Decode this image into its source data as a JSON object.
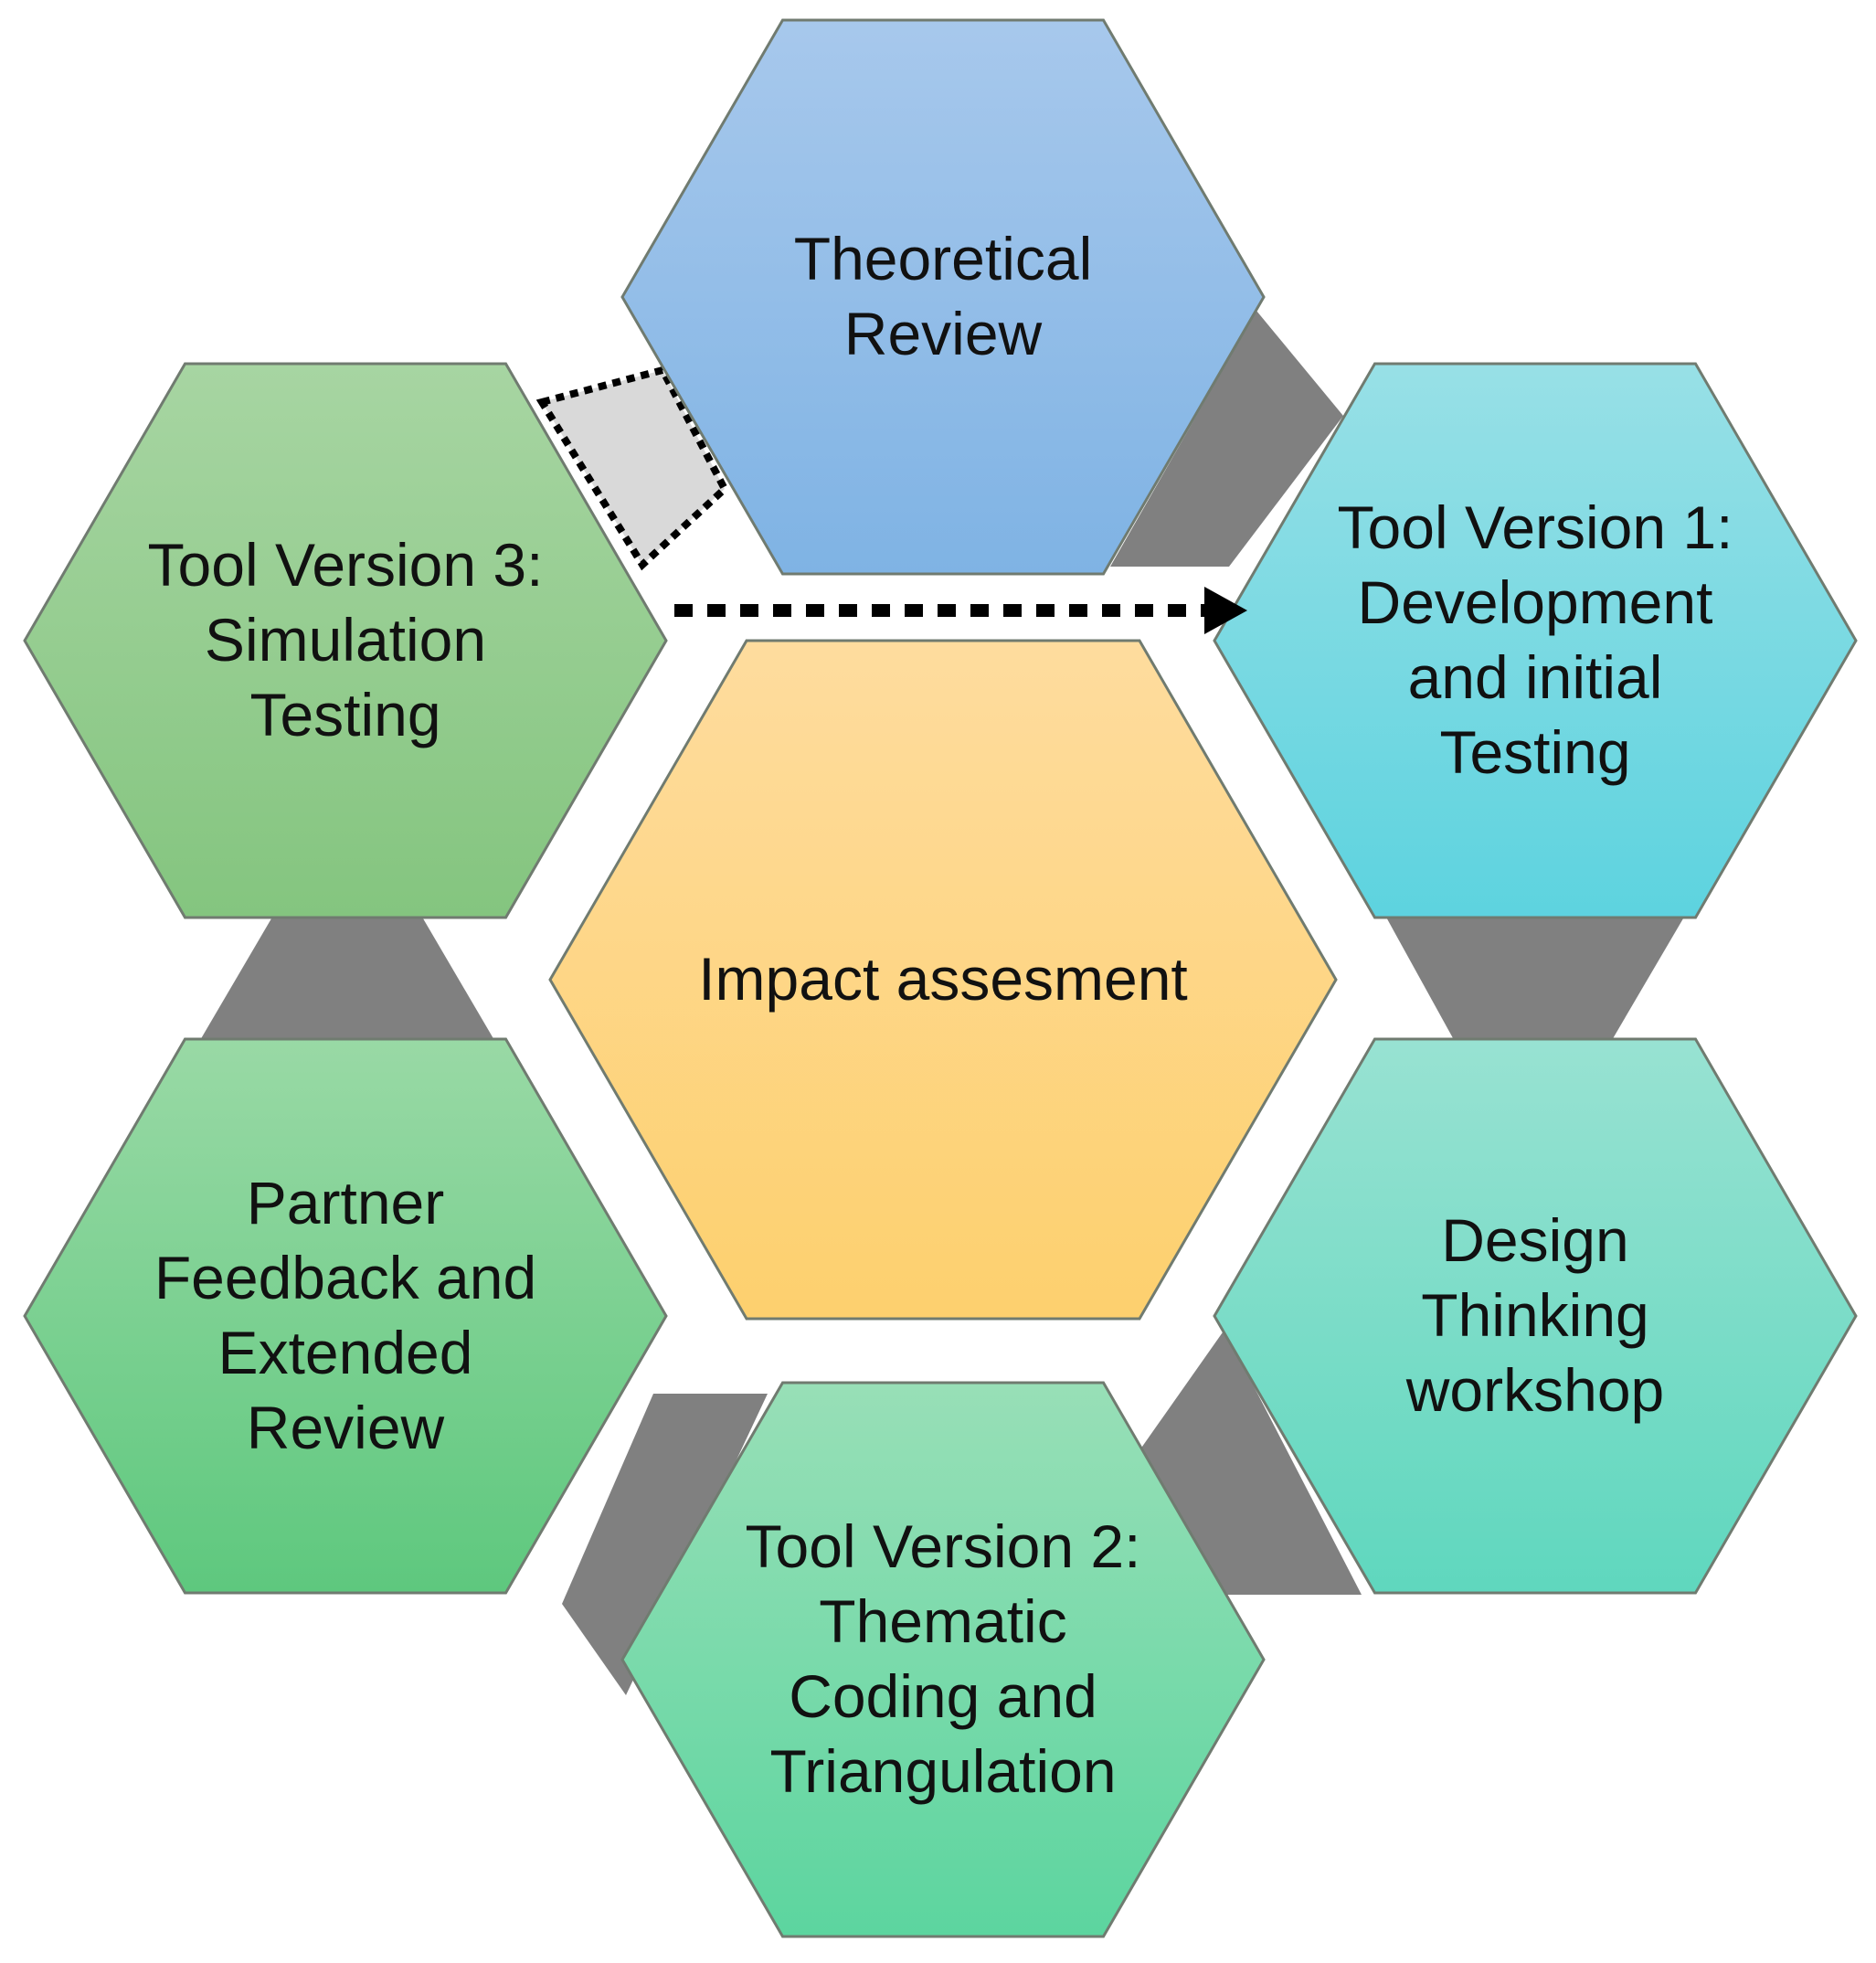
{
  "diagram": {
    "center": {
      "label_lines": [
        "Impact assesment"
      ]
    },
    "nodes": [
      {
        "id": "theoretical-review",
        "label_lines": [
          "Theoretical",
          "Review"
        ]
      },
      {
        "id": "tool-version-1",
        "label_lines": [
          "Tool Version 1:",
          "Development",
          "and initial",
          "Testing"
        ]
      },
      {
        "id": "design-thinking",
        "label_lines": [
          "Design",
          "Thinking",
          "workshop"
        ]
      },
      {
        "id": "tool-version-2",
        "label_lines": [
          "Tool Version 2:",
          "Thematic",
          "Coding and",
          "Triangulation"
        ]
      },
      {
        "id": "partner-feedback",
        "label_lines": [
          "Partner",
          "Feedback and",
          "Extended",
          "Review"
        ]
      },
      {
        "id": "tool-version-3",
        "label_lines": [
          "Tool Version 3:",
          "Simulation",
          "Testing"
        ]
      }
    ],
    "edges": [
      {
        "from": "theoretical-review",
        "to": "tool-version-1",
        "style": "solid"
      },
      {
        "from": "tool-version-1",
        "to": "design-thinking",
        "style": "solid"
      },
      {
        "from": "design-thinking",
        "to": "tool-version-2",
        "style": "solid"
      },
      {
        "from": "tool-version-2",
        "to": "partner-feedback",
        "style": "solid"
      },
      {
        "from": "partner-feedback",
        "to": "tool-version-3",
        "style": "solid"
      },
      {
        "from": "tool-version-3",
        "to": "theoretical-review",
        "style": "dashed"
      },
      {
        "from": "tool-version-3",
        "to": "tool-version-1",
        "style": "dotted-arrow"
      }
    ],
    "colors": {
      "connector": "#808080",
      "connector_dashed_fill": "#d9d9d9",
      "arrow": "#000000",
      "hex_border": "#707b70",
      "center": [
        "#fedc9e",
        "#fdd06e"
      ],
      "theoretical-review": [
        "#a7c8ec",
        "#7fb3e4"
      ],
      "tool-version-1": [
        "#98e0e6",
        "#5dd3df"
      ],
      "design-thinking": [
        "#98e2d2",
        "#5fd7be"
      ],
      "tool-version-2": [
        "#98dfb7",
        "#5cd59f"
      ],
      "partner-feedback": [
        "#99d9a5",
        "#5ec87e"
      ],
      "tool-version-3": [
        "#a7d5a2",
        "#84c57f"
      ]
    }
  }
}
